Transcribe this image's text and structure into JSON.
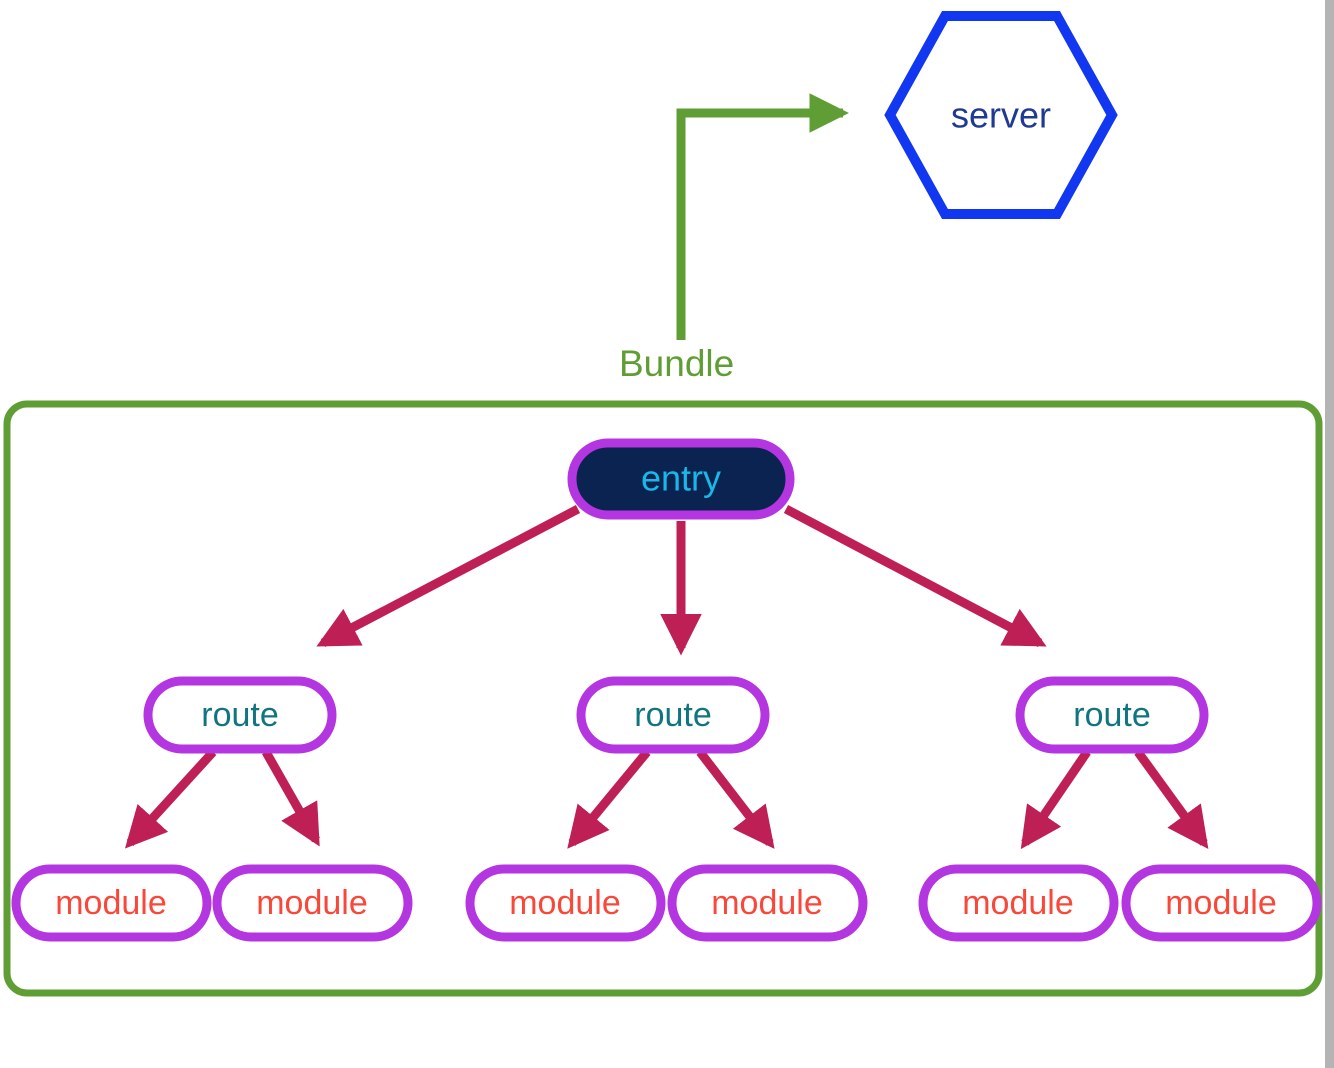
{
  "diagram": {
    "title_label": "Bundle",
    "server_node": {
      "label": "server",
      "shape": "hexagon",
      "border_color": "#1137f0",
      "text_color": "#1f3a93"
    },
    "bundle_container": {
      "label": "Bundle",
      "border_color": "#5f9e34",
      "fill": "#ffffff"
    },
    "entry_node": {
      "label": "entry",
      "fill": "#0a2350",
      "border_color": "#b336e0",
      "text_color": "#18b8e8"
    },
    "route_nodes": [
      {
        "label": "route"
      },
      {
        "label": "route"
      },
      {
        "label": "route"
      }
    ],
    "module_nodes": [
      {
        "label": "module"
      },
      {
        "label": "module"
      },
      {
        "label": "module"
      },
      {
        "label": "module"
      },
      {
        "label": "module"
      },
      {
        "label": "module"
      }
    ],
    "node_style": {
      "route_border_color": "#b336e0",
      "route_text_color": "#10757f",
      "module_border_color": "#b336e0",
      "module_text_color": "#f9483a",
      "node_fill": "#ffffff"
    },
    "edges": {
      "tree_arrow_color": "#be1f55",
      "bundle_arrow_color": "#5f9e34"
    }
  }
}
